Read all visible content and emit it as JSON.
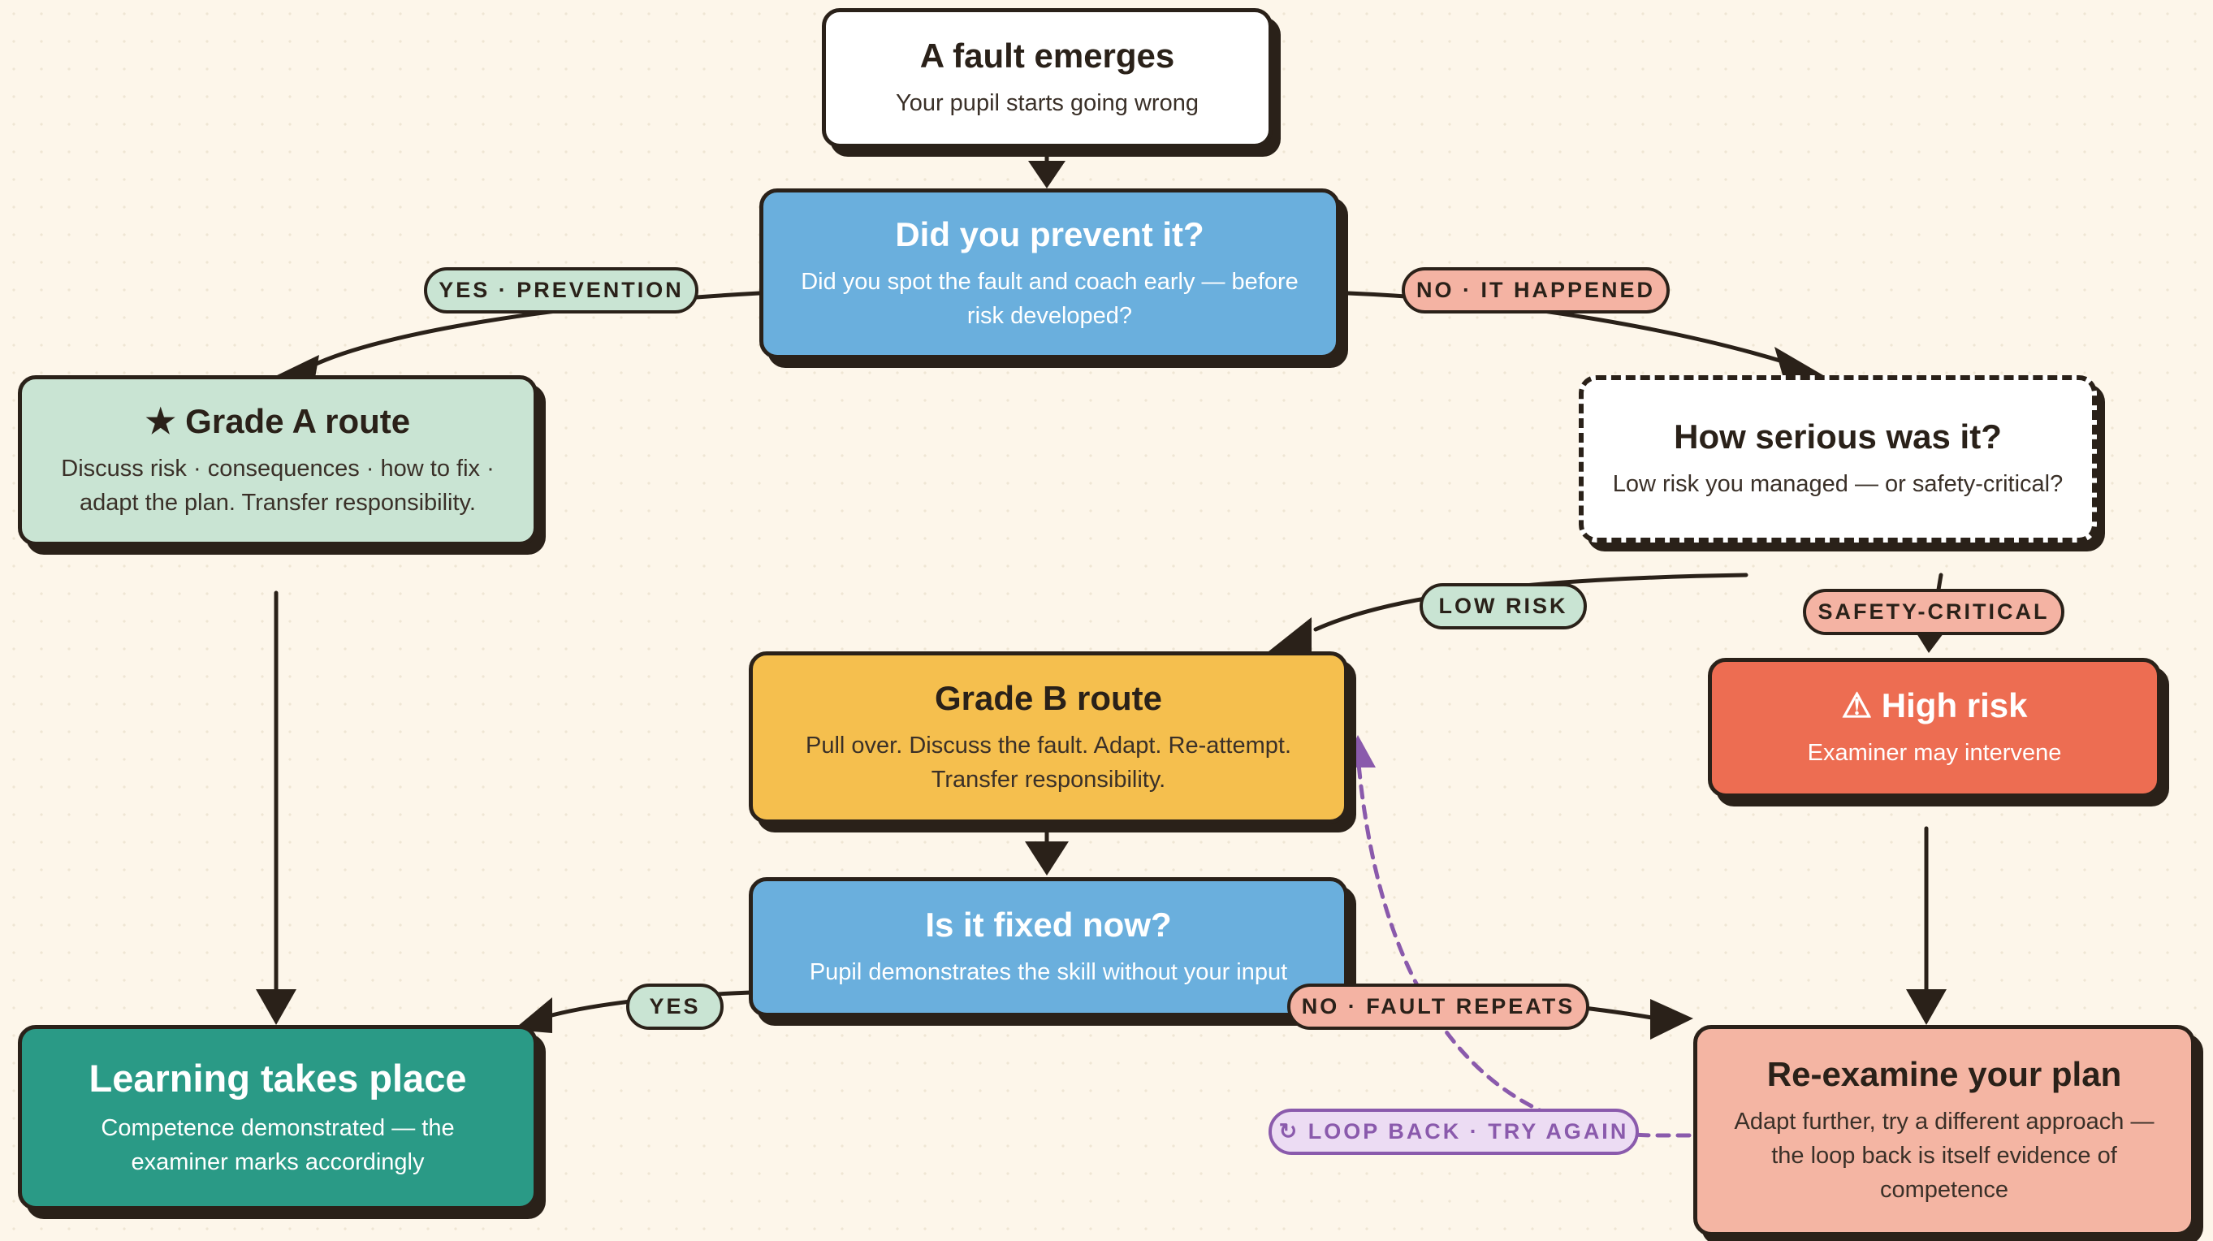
{
  "colors": {
    "background": "#fdf6ea",
    "ink": "#2a2119",
    "white": "#ffffff",
    "blue": "#6aafdd",
    "mint": "#c9e4d3",
    "amber": "#f5bf4e",
    "red": "#ed6d52",
    "teal": "#2a9a86",
    "salmon": "#f4b5a3",
    "pink_pill": "#f4b3a3",
    "lavender": "#ecdcf3",
    "purple": "#8a5aac"
  },
  "nodes": {
    "fault": {
      "title": "A fault emerges",
      "sub": "Your pupil starts going wrong"
    },
    "prevent": {
      "title": "Did you prevent it?",
      "sub": "Did you spot the fault and coach early — before risk developed?"
    },
    "grade_a": {
      "icon": "star-icon",
      "title": "★ Grade A route",
      "sub": "Discuss risk · consequences · how to fix · adapt the plan. Transfer responsibility."
    },
    "serious": {
      "title": "How serious was it?",
      "sub": "Low risk you managed — or safety-critical?"
    },
    "grade_b": {
      "title": "Grade B route",
      "sub": "Pull over. Discuss the fault. Adapt. Re-attempt. Transfer responsibility."
    },
    "high_risk": {
      "icon": "warning-icon",
      "title": "⚠ High risk",
      "sub": "Examiner may intervene"
    },
    "fixed": {
      "title": "Is it fixed now?",
      "sub": "Pupil demonstrates the skill without your input"
    },
    "learning": {
      "title": "Learning takes place",
      "sub": "Competence demonstrated — the examiner marks accordingly"
    },
    "reexamine": {
      "title": "Re-examine your plan",
      "sub": "Adapt further, try a different approach — the loop back is itself evidence of competence"
    }
  },
  "edge_labels": {
    "yes_prevention": "YES · PREVENTION",
    "no_happened": "NO · IT HAPPENED",
    "low_risk": "LOW RISK",
    "safety_critical": "SAFETY-CRITICAL",
    "yes": "YES",
    "no_repeats": "NO · FAULT REPEATS",
    "loop_back": "↻ LOOP BACK · TRY AGAIN"
  }
}
